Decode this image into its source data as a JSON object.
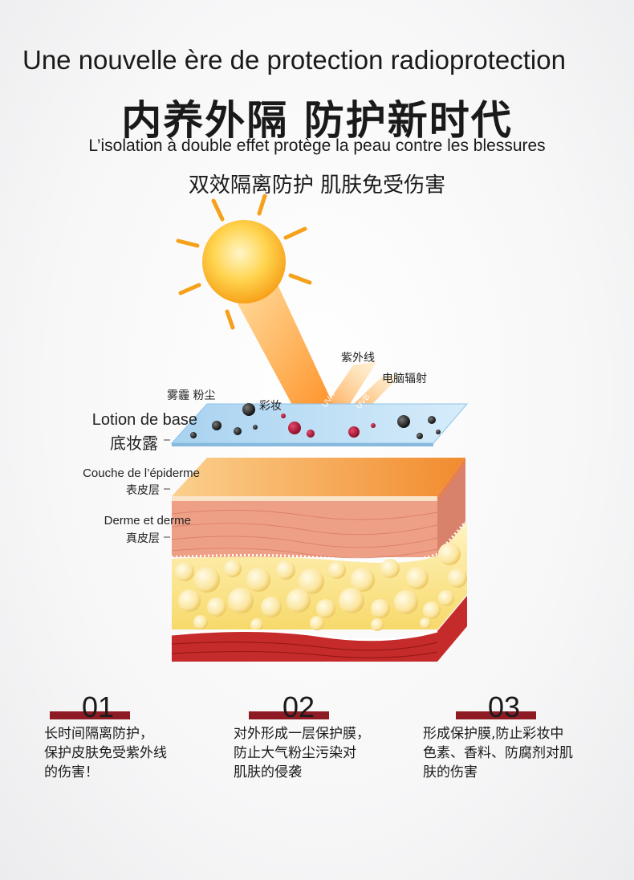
{
  "header": {
    "title_fr": "Une nouvelle ère de protection radioprotection",
    "title_cn": "内养外隔 防护新时代",
    "subtitle_fr": "L’isolation à double effet protège la peau contre les blessures",
    "subtitle_cn": "双效隔离防护 肌肤免受伤害"
  },
  "diagram": {
    "labels": {
      "uv": "紫外线",
      "radiation": "电脑辐射",
      "smog_dust": "雾霾 粉尘",
      "makeup": "彩妆",
      "uva": "UVA",
      "uvb": "UVB"
    },
    "layers": [
      {
        "fr": "Lotion de base",
        "cn": "底妆露"
      },
      {
        "fr": "Couche de l’épiderme",
        "cn": "表皮层"
      },
      {
        "fr": "Derme et derme",
        "cn": "真皮层"
      }
    ],
    "colors": {
      "sun": "#ffc640",
      "ray": "#ff9d2a",
      "film": "#b7d9f2",
      "epidermis": "#f7b26a",
      "dermis": "#eea086",
      "fat": "#fbe58f",
      "muscle": "#c62b2b"
    }
  },
  "features": [
    {
      "num": "01",
      "lines": [
        "长时间隔离防护，",
        "保护皮肤免受紫外线",
        "的伤害！"
      ]
    },
    {
      "num": "02",
      "lines": [
        "对外形成一层保护膜，",
        "防止大气粉尘污染对",
        "肌肤的侵袭"
      ]
    },
    {
      "num": "03",
      "lines": [
        "形成保护膜,防止彩妆中",
        "色素、香料、防腐剂对肌",
        "肤的伤害"
      ]
    }
  ],
  "accent_color": "#8e1b23"
}
